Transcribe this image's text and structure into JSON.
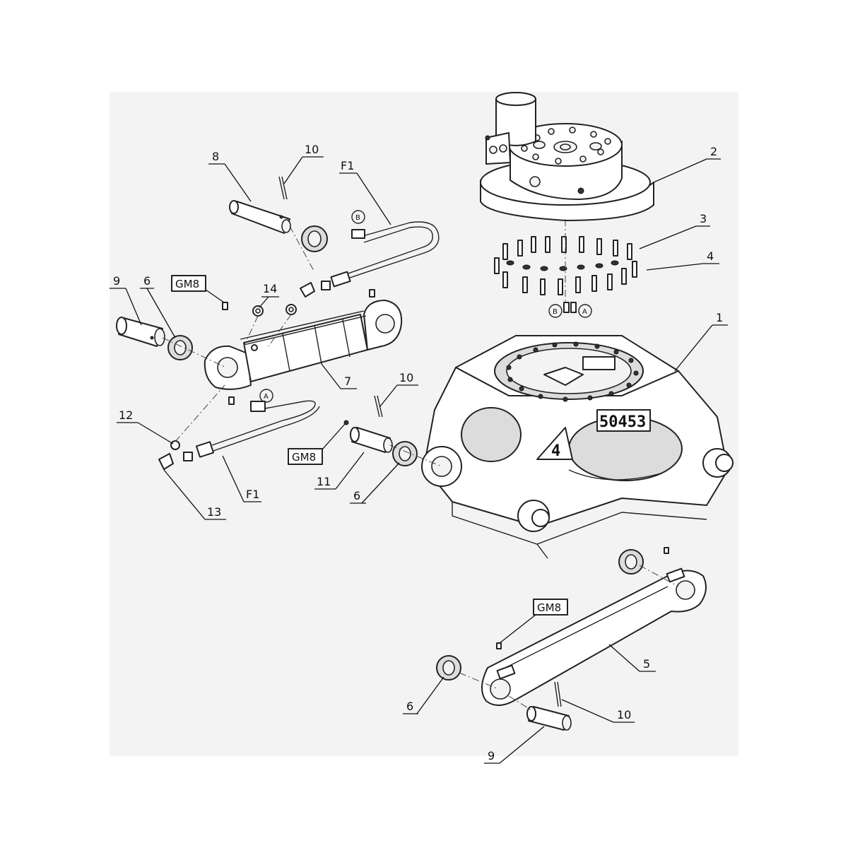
{
  "labels": {
    "p1": "1",
    "p2": "2",
    "p3": "3",
    "p4": "4",
    "p5": "5",
    "p6a": "6",
    "p6b": "6",
    "p6c": "6",
    "p7": "7",
    "p8": "8",
    "p9a": "9",
    "p9b": "9",
    "p10a": "10",
    "p10b": "10",
    "p10c": "10",
    "p11": "11",
    "p12": "12",
    "p13": "13",
    "p14": "14",
    "f1a": "F1",
    "f1b": "F1",
    "gm8a": "GM8",
    "gm8b": "GM8",
    "gm8c": "GM8",
    "portA": "A",
    "portB": "B",
    "portA2": "A",
    "portB2": "B",
    "plate_number": "50453",
    "plate_small": "4"
  }
}
